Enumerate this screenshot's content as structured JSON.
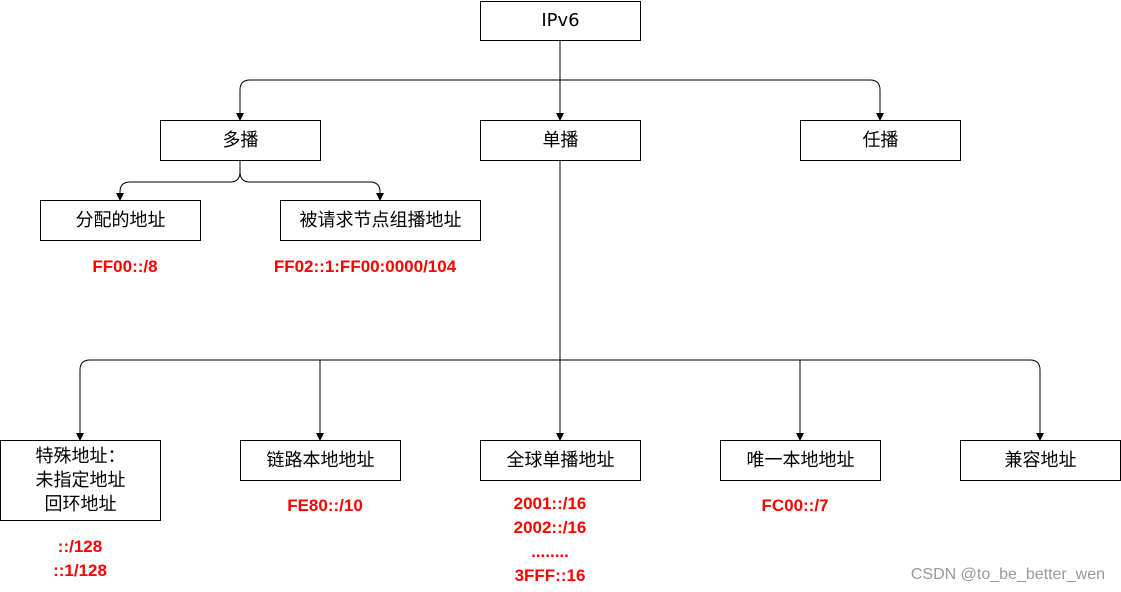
{
  "root": "IPv6",
  "level1": {
    "multicast": "多播",
    "unicast": "单播",
    "anycast": "任播"
  },
  "multicast_children": {
    "assigned": "分配的地址",
    "solicited": "被请求节点组播地址"
  },
  "multicast_prefixes": {
    "assigned": "FF00::/8",
    "solicited": "FF02::1:FF00:0000/104"
  },
  "unicast_children": {
    "special_lines": [
      "特殊地址：",
      "未指定地址",
      "回环地址"
    ],
    "link_local": "链路本地地址",
    "global": "全球单播地址",
    "unique_local": "唯一本地地址",
    "compat": "兼容地址"
  },
  "unicast_prefixes": {
    "special": [
      "::/128",
      "::1/128"
    ],
    "link_local": "FE80::/10",
    "global": [
      "2001::/16",
      "2002::/16",
      "........",
      "3FFF::16"
    ],
    "unique_local": "FC00::/7"
  },
  "watermark": "CSDN @to_be_better_wen"
}
